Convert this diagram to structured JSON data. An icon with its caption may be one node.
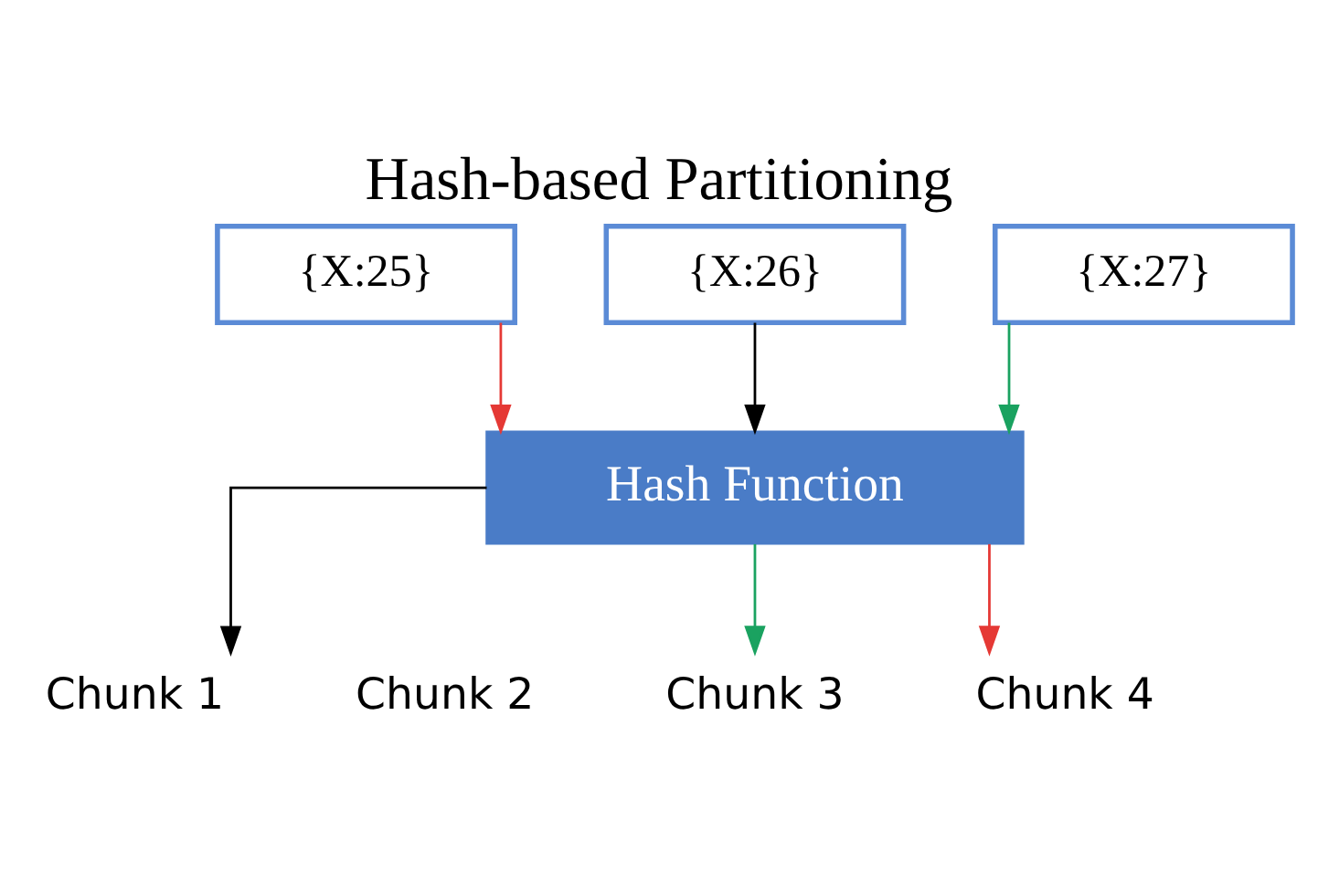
{
  "diagram": {
    "title": "Hash-based Partitioning",
    "nodes": [
      {
        "text": [
          "{X:25}"
        ]
      },
      {
        "text": [
          "{X:26}"
        ]
      },
      {
        "text": [
          "{X:27}"
        ]
      },
      {
        "text": [
          "Hash Function"
        ]
      },
      {
        "text": [
          "Chunk 1"
        ]
      },
      {
        "text": [
          "Chunk 2"
        ]
      },
      {
        "text": [
          "Chunk 3"
        ]
      },
      {
        "text": [
          "Chunk 4"
        ]
      }
    ],
    "edges": [
      {
        "from": 0,
        "to": 3,
        "arrow": "to",
        "color": "#e53935"
      },
      {
        "from": 1,
        "to": 3,
        "arrow": "to",
        "color": "#000000"
      },
      {
        "from": 2,
        "to": 3,
        "arrow": "to",
        "color": "#1aa260"
      },
      {
        "from": 3,
        "to": 4,
        "arrow": "to",
        "color": "#000000"
      },
      {
        "from": 3,
        "to": 6,
        "arrow": "to",
        "color": "#1aa260"
      },
      {
        "from": 3,
        "to": 7,
        "arrow": "to",
        "color": "#e53935"
      }
    ]
  }
}
